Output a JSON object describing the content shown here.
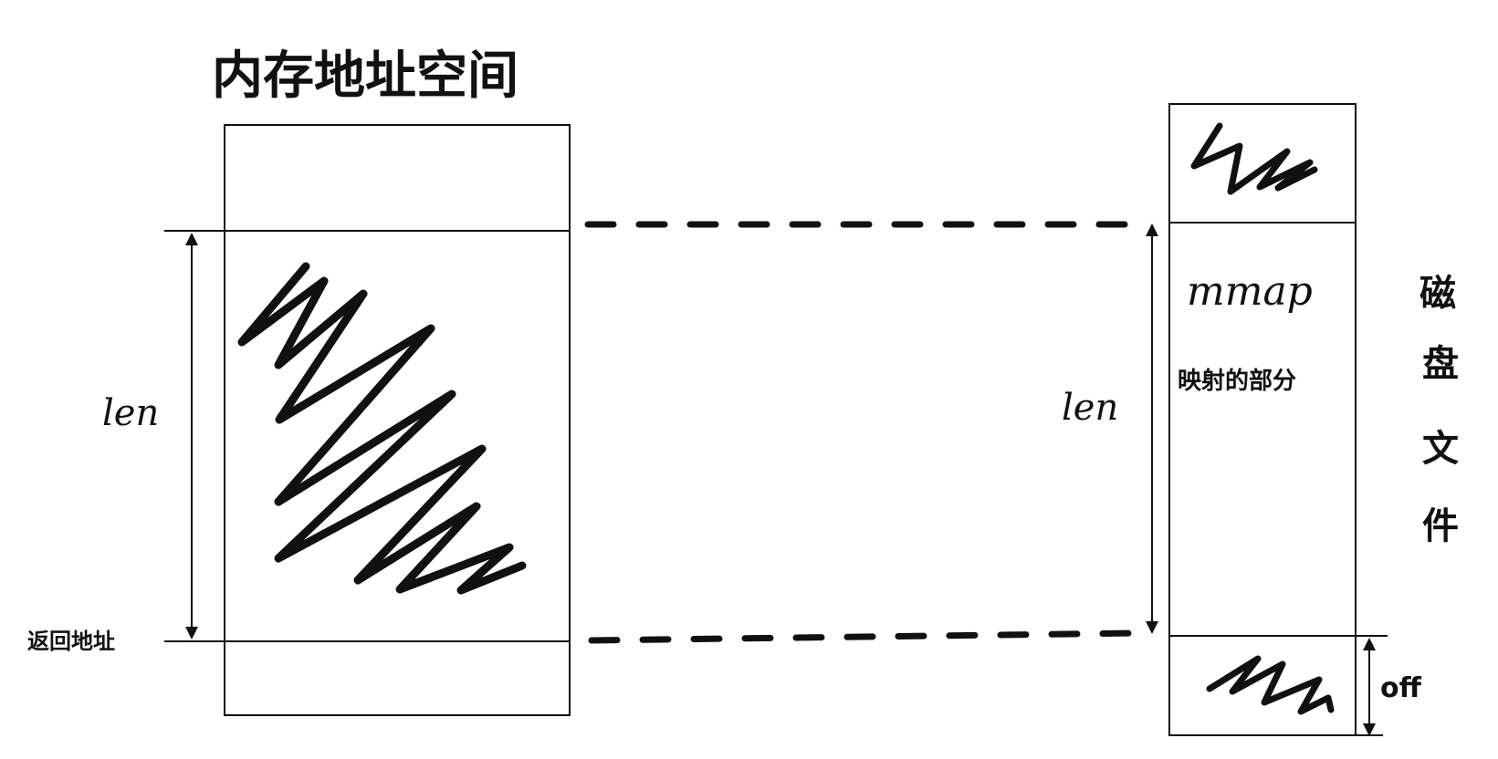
{
  "memory": {
    "title": "内存地址空间",
    "len_label": "len",
    "return_address_label": "返回地址"
  },
  "file": {
    "mmap_label": "mmap",
    "mapped_part_label": "映射的部分",
    "len_label": "len",
    "disk_file_chars": [
      "磁",
      "盘",
      "文",
      "件"
    ],
    "offset_label": "off"
  }
}
